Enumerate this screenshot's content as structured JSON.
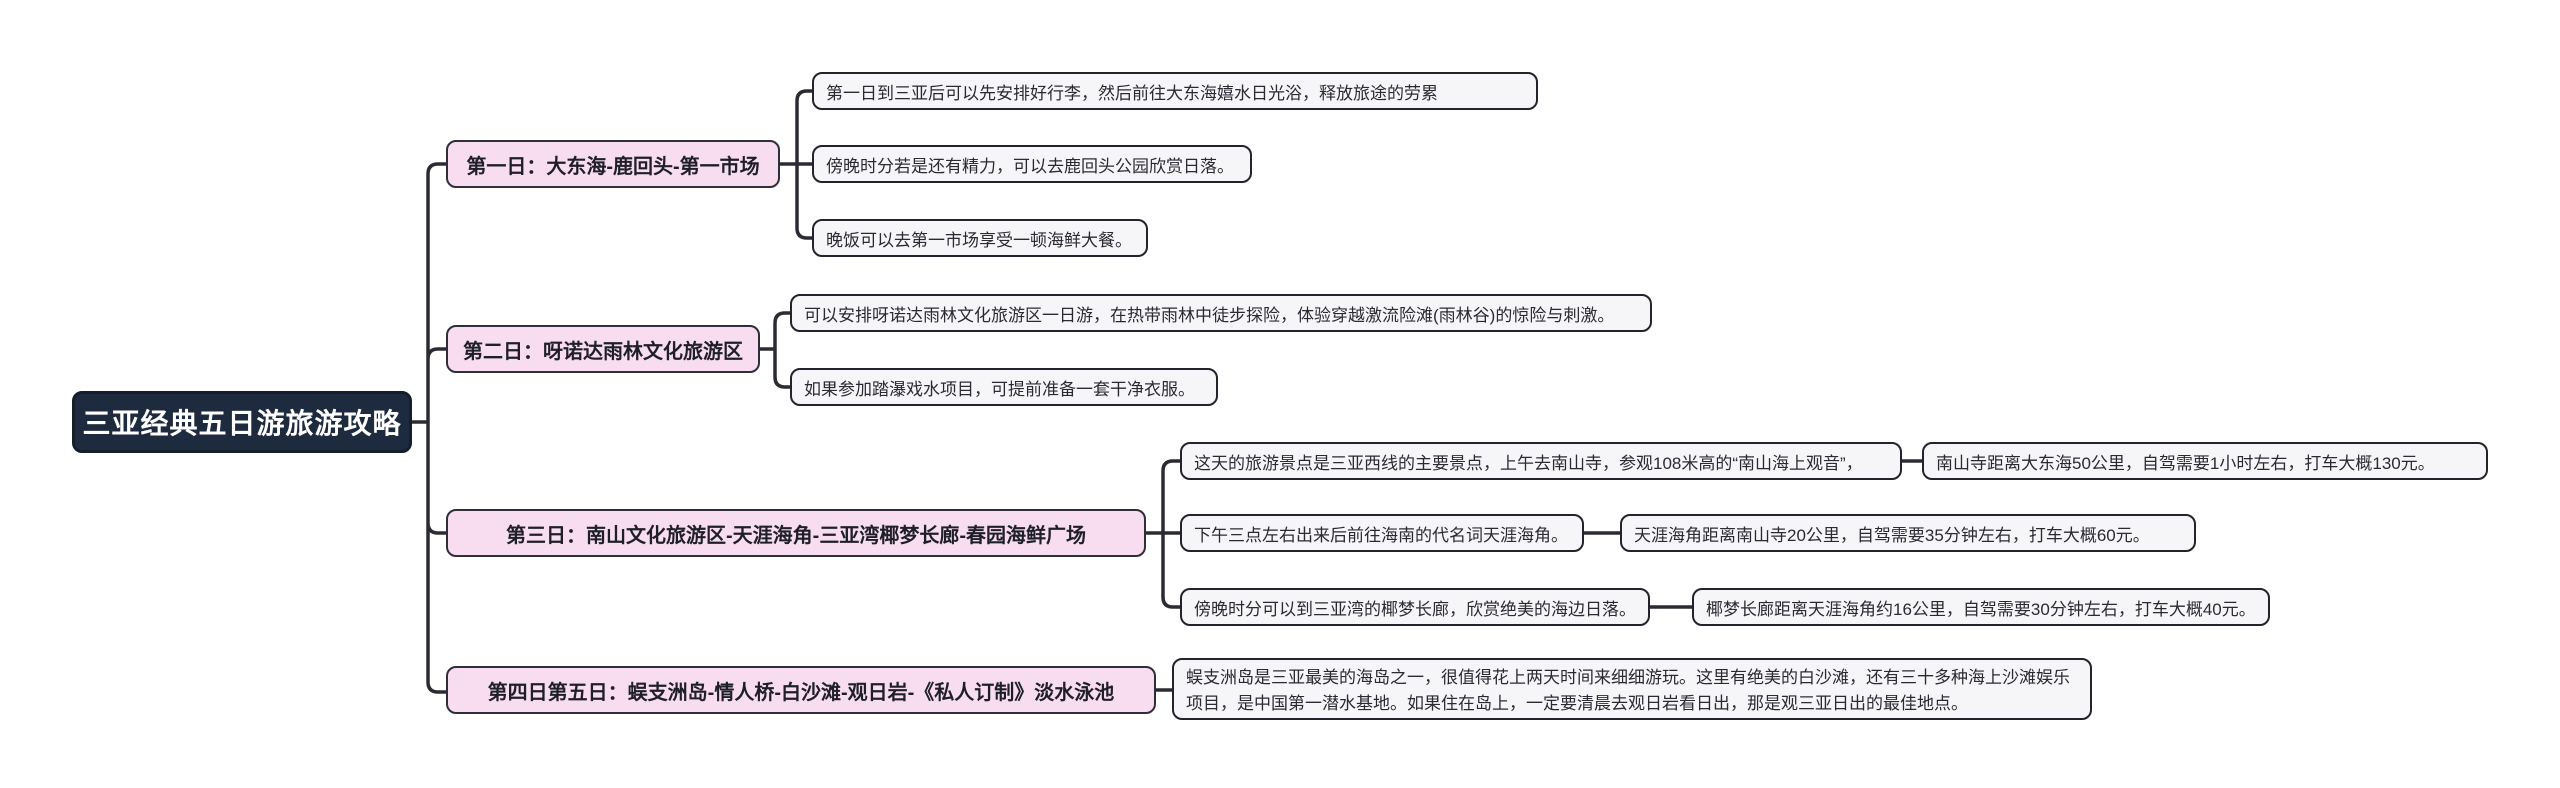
{
  "root": {
    "label": "三亚经典五日游旅游攻略"
  },
  "colors": {
    "root_bg": "#1e2a3d",
    "branch_bg": "#f8dcf0",
    "leaf_bg": "#f6f6f8",
    "connector": "#2b2b33",
    "background": "#ffffff"
  },
  "branches": [
    {
      "label": "第一日：大东海-鹿回头-第一市场",
      "notes": [
        "第一日到三亚后可以先安排好行李，然后前往大东海嬉水日光浴，释放旅途的劳累",
        "傍晚时分若是还有精力，可以去鹿回头公园欣赏日落。",
        "晚饭可以去第一市场享受一顿海鲜大餐。"
      ]
    },
    {
      "label": "第二日：呀诺达雨林文化旅游区",
      "notes": [
        "可以安排呀诺达雨林文化旅游区一日游，在热带雨林中徒步探险，体验穿越激流险滩(雨林谷)的惊险与刺激。",
        "如果参加踏瀑戏水项目，可提前准备一套干净衣服。"
      ]
    },
    {
      "label": "第三日：南山文化旅游区-天涯海角-三亚湾椰梦长廊-春园海鲜广场",
      "notes": [
        {
          "text": "这天的旅游景点是三亚西线的主要景点，上午去南山寺，参观108米高的“南山海上观音”，",
          "detail": "南山寺距离大东海50公里，自驾需要1小时左右，打车大概130元。"
        },
        {
          "text": "下午三点左右出来后前往海南的代名词天涯海角。",
          "detail": "天涯海角距离南山寺20公里，自驾需要35分钟左右，打车大概60元。"
        },
        {
          "text": "傍晚时分可以到三亚湾的椰梦长廊，欣赏绝美的海边日落。",
          "detail": "椰梦长廊距离天涯海角约16公里，自驾需要30分钟左右，打车大概40元。"
        }
      ]
    },
    {
      "label": "第四日第五日：蜈支洲岛-情人桥-白沙滩-观日岩-《私人订制》淡水泳池",
      "notes": [
        "蜈支洲岛是三亚最美的海岛之一，很值得花上两天时间来细细游玩。这里有绝美的白沙滩，还有三十多种海上沙滩娱乐项目，是中国第一潜水基地。如果住在岛上，一定要清晨去观日岩看日出，那是观三亚日出的最佳地点。"
      ]
    }
  ]
}
